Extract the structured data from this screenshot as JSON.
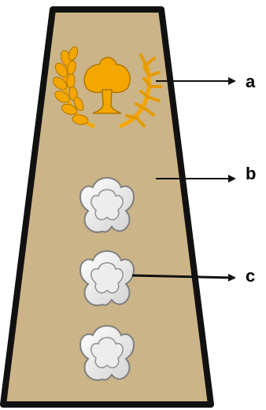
{
  "diagram": {
    "colors": {
      "board_fill": "#cbb487",
      "board_outline": "#111111",
      "emblem_gold": "#f4a700",
      "emblem_shadow": "#b07400",
      "flower_fill": "#e8e8e8",
      "flower_outline": "#7f7f7f",
      "arrow_color": "#111111"
    },
    "elements": {
      "board": {
        "icon": "shoulder-board"
      },
      "emblem": {
        "icon": "wreath-tree-emblem"
      },
      "flowers": [
        {
          "icon": "flower-icon"
        },
        {
          "icon": "flower-icon"
        },
        {
          "icon": "flower-icon"
        }
      ]
    },
    "labels": {
      "a": "a",
      "b": "b",
      "c": "c"
    }
  }
}
